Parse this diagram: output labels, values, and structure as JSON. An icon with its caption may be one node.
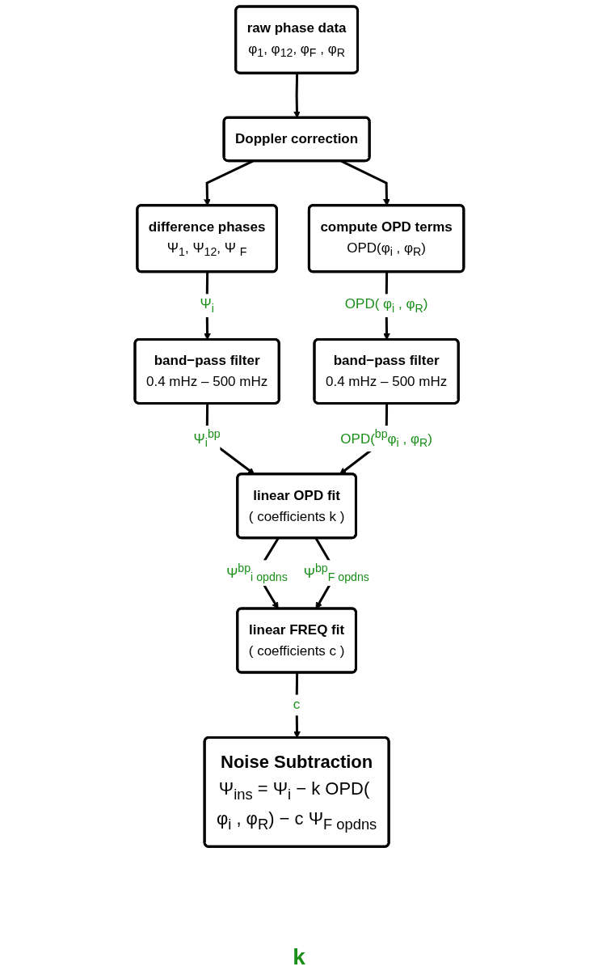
{
  "diagram": {
    "nodes": [
      {
        "text": [
          "raw phase data",
          "φ$_{1}$, φ$_{12}$, φ$_{F}$ , φ$_{R}$"
        ]
      },
      {
        "text": [
          "Doppler correction"
        ]
      },
      {
        "text": [
          "difference phases",
          "Ψ$_{1}$, Ψ$_{12}$, Ψ $_{F}$"
        ]
      },
      {
        "text": [
          "compute OPD terms",
          "OPD(φ$_{i}$ , φ$_{R}$)"
        ]
      },
      {
        "text": [
          "band−pass filter",
          "0.4 mHz – 500 mHz"
        ]
      },
      {
        "text": [
          "band−pass filter",
          "0.4 mHz – 500 mHz"
        ]
      },
      {
        "text": [
          "linear OPD fit",
          "( coefficients k )"
        ]
      },
      {
        "text": [
          "linear FREQ fit",
          "( coefficients c )"
        ]
      },
      {
        "text": [
          "Noise Subtraction",
          "Ψ$_{ins}$ = Ψ$_{i}$ − k OPD( φ$_{i}$ , φ$_{R}$) − c Ψ$_{F opdns}$"
        ]
      }
    ],
    "edges": [
      {
        "from": 0,
        "to": 1,
        "arrow": "to"
      },
      {
        "from": 1,
        "to": 2,
        "arrow": "to"
      },
      {
        "from": 1,
        "to": 3,
        "arrow": "to"
      },
      {
        "from": 2,
        "to": 4,
        "arrow": "to",
        "label": "Ψ$_{i}$"
      },
      {
        "from": 3,
        "to": 5,
        "arrow": "to",
        "label": "OPD( φ$_{i}$ , φ$_{R}$)"
      },
      {
        "from": 4,
        "to": 6,
        "arrow": "to",
        "label": "Ψ$_{i}$$^{bp}$"
      },
      {
        "from": 5,
        "to": 6,
        "arrow": "to",
        "label": "OPD($^{bp}$φ$_{i}$ , φ$_{R}$)"
      },
      {
        "from": 6,
        "to": 7,
        "arrow": "to",
        "label": "Ψ$^{bp}$$_{i opdns}$"
      },
      {
        "from": 6,
        "to": 7,
        "arrow": "to",
        "label": "Ψ$^{bp}$$_{F opdns}$"
      },
      {
        "from": 7,
        "to": 8,
        "arrow": "to",
        "label": "c"
      }
    ],
    "labels": [
      "k"
    ]
  }
}
